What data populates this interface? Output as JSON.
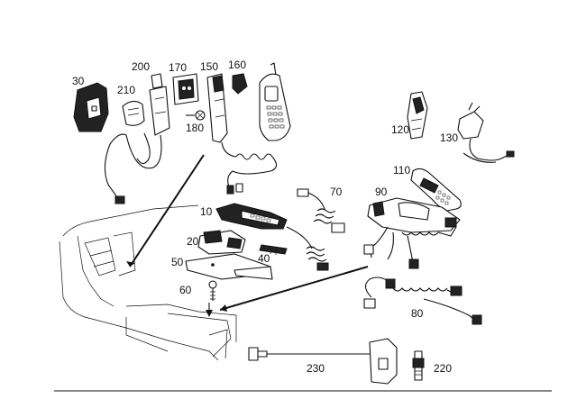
{
  "diagram": {
    "callouts": {
      "c30": "30",
      "c210": "210",
      "c200": "200",
      "c170": "170",
      "c150": "150",
      "c160": "160",
      "c180": "180",
      "c120": "120",
      "c130": "130",
      "c110": "110",
      "c90": "90",
      "c70": "70",
      "c10": "10",
      "c20": "20",
      "c40": "40",
      "c50": "50",
      "c60": "60",
      "c80": "80",
      "c230": "230",
      "c220": "220"
    }
  }
}
